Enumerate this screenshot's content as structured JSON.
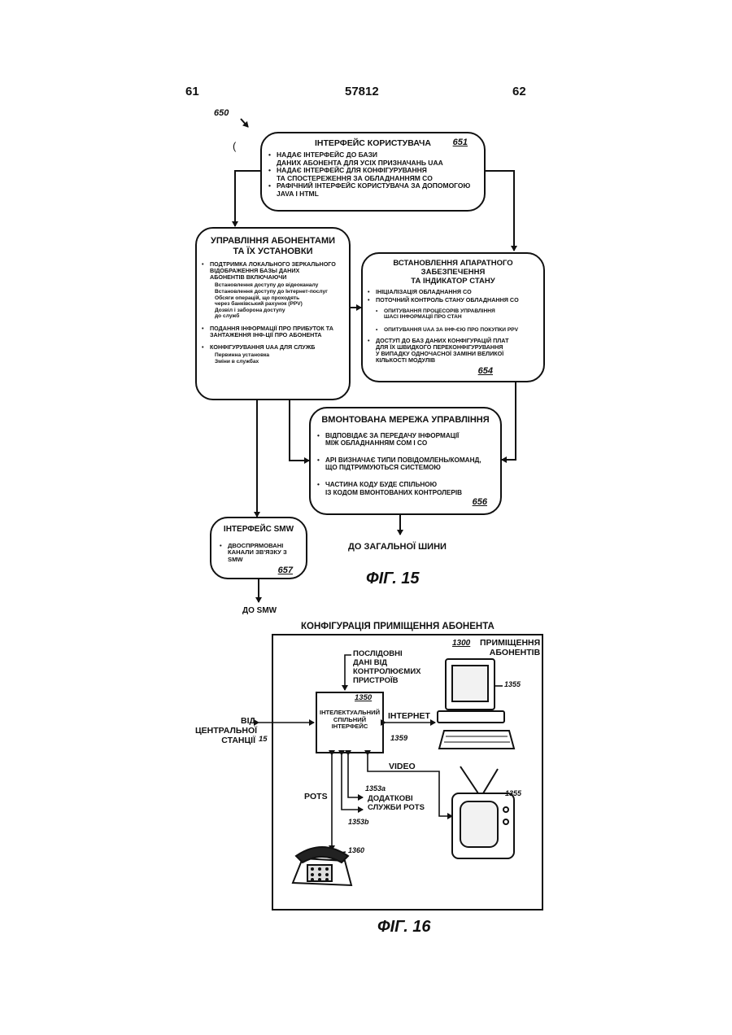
{
  "header": {
    "left": "61",
    "center": "57812",
    "right": "62"
  },
  "fig15": {
    "pointer_ref": "650",
    "ui_box": {
      "ref": "651",
      "title": "ІНТЕРФЕЙС КОРИСТУВАЧА",
      "items": [
        "НАДАЄ ІНТЕРФЕЙС ДО БАЗИ\nДАНИХ АБОНЕНТА ДЛЯ УСІХ ПРИЗНАЧАНЬ UAA",
        "НАДАЄ ІНТЕРФЕЙС ДЛЯ КОНФІГУРУВАННЯ\nТА СПОСТЕРЕЖЕННЯ ЗА ОБЛАДНАННЯМ CO",
        "РАФІЧНИЙ ІНТЕРФЕЙС КОРИСТУВАЧА ЗА ДОПОМОГОЮ\nJAVA І HTML"
      ]
    },
    "subs_box": {
      "title": "УПРАВЛІННЯ АБОНЕНТАМИ\nТА ЇХ УСТАНОВКИ",
      "item1": "ПОДТРИМКА ЛОКАЛЬНОГО ЗЕРКАЛЬНОГО\nВІДОБРАЖЕННЯ БАЗЫ ДАНИХ\nАБОНЕНТІВ ВКЛЮЧАЮЧИ",
      "item1_sub": "Встановлення доступу до відеоканалу\nВстановлення доступу до Інтернет-послуг\nОбсяги операцій, що проходять\nчерез банківський рахунок (PPV)\nДозвіл і заборона доступу\nдо служб",
      "item2": "ПОДАННЯ ІНФОРМАЦІЇ ПРО ПРИБУТОК ТА\nЗАНТАЖЕННЯ ІНФ-ЦІЇ ПРО АБОНЕНТА",
      "item3": "КОНФІГУРУВАННЯ UAA ДЛЯ СЛУЖБ",
      "item3_sub": "Первинна установка\nЗміни в службах"
    },
    "hw_box": {
      "ref": "654",
      "title": "ВСТАНОВЛЕННЯ АПАРАТНОГО ЗАБЕЗПЕЧЕННЯ\nТА ІНДИКАТОР СТАНУ",
      "item1": "ІНІЦІАЛІЗАЦІЯ ОБЛАДНАННЯ CO",
      "item2": "ПОТОЧНИЙ КОНТРОЛЬ СТАНУ ОБЛАДНАННЯ CO",
      "sub1": "ОПИТУВАННЯ ПРОЦЕСОРІВ УПРАВЛІННЯ\nШАСІ ІНФОРМАЦІЇ ПРО СТАН",
      "sub2": "ОПИТУВАННЯ UAA ЗА ІНФ-ЄЮ ПРО ПОКУПКИ PPV",
      "item3": "ДОСТУП ДО БАЗ ДАНИХ КОНФІГУРАЦІЙ ПЛАТ\nДЛЯ ЇХ ШВИДКОГО ПЕРЕКОНФІГУРУВАННЯ\nУ ВИПАДКУ ОДНОЧАСНОЇ ЗАМІНИ ВЕЛИКОЇ\nКІЛЬКОСТІ МОДУЛІВ"
    },
    "net_box": {
      "ref": "656",
      "title": "ВМОНТОВАНА МЕРЕЖА УПРАВЛІННЯ",
      "items": [
        "ВІДПОВІДАЄ ЗА ПЕРЕДАЧУ ІНФОРМАЦІЇ\nМІЖ ОБЛАДНАННЯМ СОМ І CO",
        "API ВИЗНАЧАЄ ТИПИ ПОВІДОМЛЕНЬ/КОМАНД,\nЩО ПІДТРИМУЮТЬСЯ СИСТЕМОЮ",
        "ЧАСТИНА КОДУ БУДЕ СПІЛЬНОЮ\nІЗ КОДОМ ВМОНТОВАНИХ КОНТРОЛЕРІВ"
      ]
    },
    "smw_box": {
      "ref": "657",
      "title": "ІНТЕРФЕЙС SMW",
      "items": [
        "ДВОСПРЯМОВАНІ\nКАНАЛИ ЗВ'ЯЗКУ З SMW"
      ]
    },
    "to_bus": "ДО ЗАГАЛЬНОЇ ШИНИ",
    "to_smw": "ДО SMW",
    "caption": "ФІГ. 15"
  },
  "fig16": {
    "title": "КОНФІГУРАЦІЯ ПРИМІЩЕННЯ АБОНЕНТА",
    "premises_ref": "1300",
    "premises_label": "ПРИМІЩЕННЯ\nАБОНЕНТІВ",
    "serial_label": "ПОСЛІДОВНІ\nДАНІ ВІД\nКОНТРОЛЮЄМИХ\nПРИСТРОЇВ",
    "iface_ref": "1350",
    "iface_label": "ІНТЕЛЕКТУАЛЬНИЙ\nСПІЛЬНИЙ\nІНТЕРФЕЙС",
    "internet_label": "ІНТЕРНЕТ",
    "ref_1359": "1359",
    "central_label": "ВІД\nЦЕНТРАЛЬНОЇ\nСТАНЦІЇ",
    "ref_15": "15",
    "video_label": "VIDEO",
    "pots_label": "POTS",
    "ref_1353a": "1353a",
    "extra_pots_label": "ДОДАТКОВІ\nСЛУЖБИ POTS",
    "ref_1353b": "1353b",
    "ref_1360": "1360",
    "ref_pc": "1355",
    "ref_tv": "1355",
    "caption": "ФІГ. 16"
  }
}
